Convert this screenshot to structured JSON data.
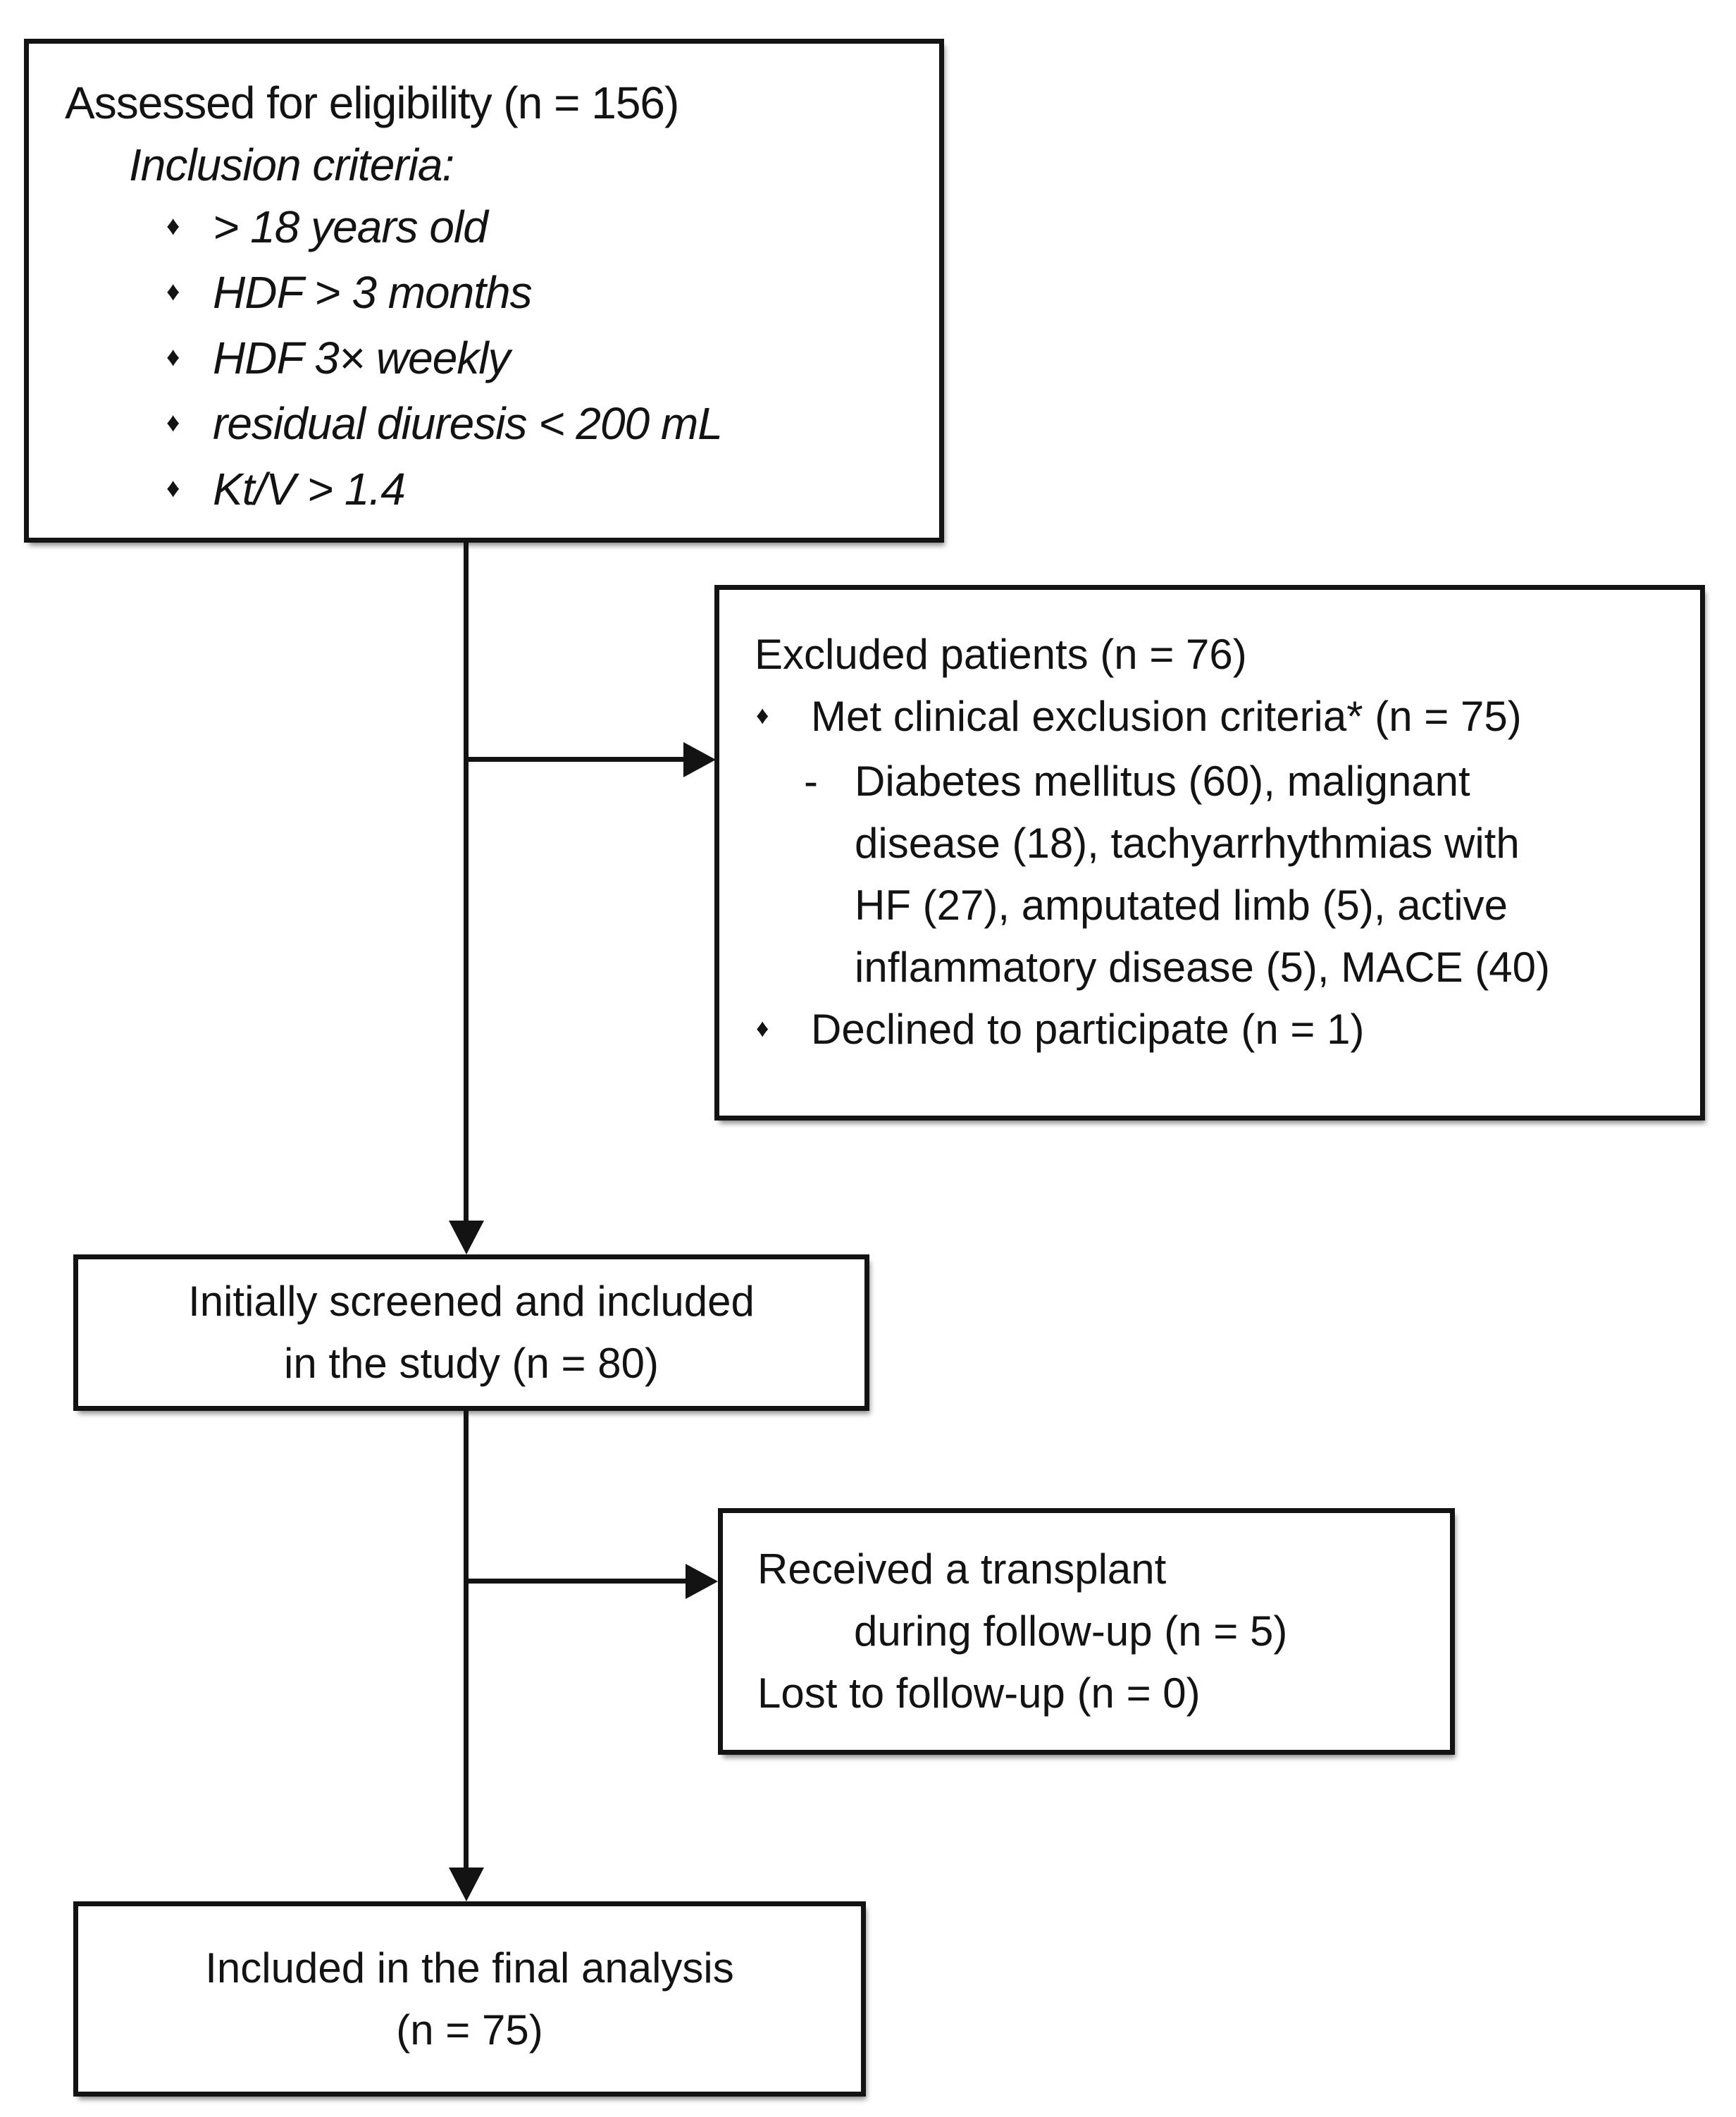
{
  "figure": {
    "type": "patient-flow-diagram",
    "colors": {
      "ink": "#131313",
      "background": "#ffffff"
    }
  },
  "boxes": {
    "eligibility": {
      "title": "Assessed for eligibility (n = 156)",
      "criteria_heading": "Inclusion criteria:",
      "bullet_glyph": "♦",
      "criteria": [
        "> 18 years old",
        "HDF > 3 months",
        "HDF 3× weekly",
        "residual diuresis < 200 mL",
        "Kt/V > 1.4"
      ]
    },
    "excluded": {
      "title": "Excluded patients (n = 76)",
      "bullet_glyph": "♦",
      "bullet1": "Met clinical exclusion criteria* (n = 75)",
      "dash_glyph": "-",
      "detail_lines": [
        "Diabetes mellitus (60), malignant",
        "disease (18), tachyarrhythmias with",
        "HF (27), amputated limb (5), active",
        "inflammatory disease (5), MACE (40)"
      ],
      "bullet2": "Declined to participate (n = 1)"
    },
    "screened": {
      "lines": [
        "Initially screened and included",
        "in the study (n = 80)"
      ]
    },
    "followup": {
      "lines": [
        "Received a transplant",
        "during follow-up (n = 5)",
        "Lost to follow-up (n = 0)"
      ]
    },
    "final": {
      "lines": [
        "Included in the final analysis",
        "(n = 75)"
      ]
    }
  }
}
